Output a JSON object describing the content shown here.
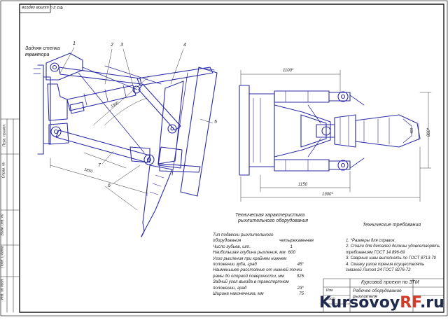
{
  "sheet": {
    "stamp_rotated": "ФЗ 3 и шипов гарсов",
    "labels": {
      "rear_wall_l1": "Задняя стенка",
      "rear_wall_l2": "трактора",
      "num_1": "1",
      "num_2": "2",
      "num_3": "3",
      "num_4": "4",
      "num_5": "5",
      "num_6": "6",
      "num_7": "7"
    },
    "dimensions": {
      "d_side_angle": "1500",
      "d_side_len": "1850",
      "d_top_1100": "1100*",
      "d_bottom_1150": "1150",
      "d_bottom_1300": "1300*",
      "d_right_800": "800*",
      "d_right_small": "400"
    },
    "tech_char": {
      "title_l1": "Техническая характеристика",
      "title_l2": "рыхлительного оборудования",
      "rows": [
        {
          "label": "Тип подвески рыхлительного",
          "value": ""
        },
        {
          "label": "оборудования",
          "value": "четырехзвенная"
        },
        {
          "label": "Число зубьев, шт.",
          "value": "1"
        },
        {
          "label": "Наибольшая глубина рыхления, мм",
          "value": "600"
        },
        {
          "label": "Угол рыхления при крайнем нижнем",
          "value": ""
        },
        {
          "label": "положении зуба, град",
          "value": "45°"
        },
        {
          "label": "Наименьшее расстояние от нижней точки",
          "value": ""
        },
        {
          "label": "рамы до опорной поверхности, мм",
          "value": "325"
        },
        {
          "label": "Задний угол въезда в транспортном",
          "value": ""
        },
        {
          "label": "положении, град",
          "value": "23°"
        },
        {
          "label": "Ширина наконечника, мм",
          "value": "75"
        }
      ]
    },
    "tech_req": {
      "title": "Технические требования",
      "items": [
        "1. *Размеры для справок.",
        "2. Стали для деталей должны удовлетворять",
        "    требованиям ГОСТ 14.896-69",
        "3. Сварные швы выполнить по ГОСТ 8713-70",
        "4. Смазку узлов трения осуществлять",
        "    смазкой Литол 24 ГОСТ 8276-72"
      ]
    },
    "title_block": {
      "course": "Курсовой проект по ЗТМ",
      "name_l1": "Рабочее оборудование",
      "name_l2": "рыхлителя",
      "row_a": "Изм.",
      "row_b": "Лист"
    },
    "side_strip": {
      "s1": "Инв. № подл.",
      "s2": "Подп. и дата",
      "s3": "Взам. инв. №",
      "s4": "Справ. №",
      "s5": "Перв. примен."
    },
    "watermark": {
      "part1": "Kursovoy",
      "part2": "RF",
      "part3": ".ru"
    },
    "colors": {
      "outline": "#1a1a1a",
      "drawing": "#2b2ba8",
      "dimension": "#333333",
      "watermark_dark": "#1f2a4d",
      "watermark_red": "#d23a2a"
    }
  }
}
